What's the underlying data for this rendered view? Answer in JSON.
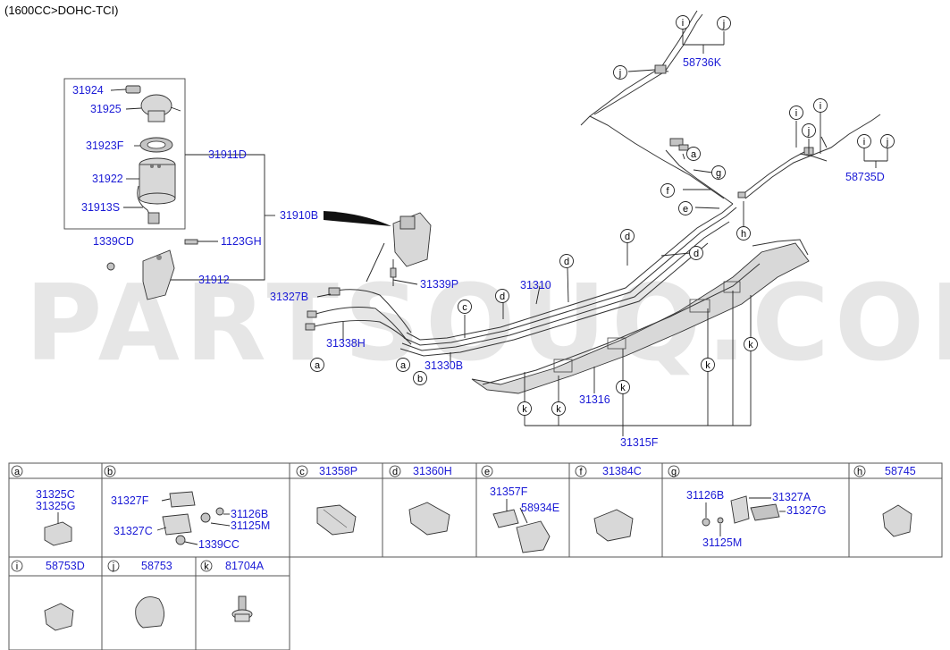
{
  "header": "(1600CC>DOHC-TCI)",
  "watermark": "PARTSOUQ.COM",
  "main_labels": {
    "p31924": "31924",
    "p31925": "31925",
    "p31923F": "31923F",
    "p31922": "31922",
    "p31913S": "31913S",
    "p31911D": "31911D",
    "p31910B": "31910B",
    "p1339CD": "1339CD",
    "p1123GH": "1123GH",
    "p31912": "31912",
    "p31327B": "31327B",
    "p31339P": "31339P",
    "p31338H": "31338H",
    "p31310": "31310",
    "p31330B": "31330B",
    "p31316": "31316",
    "p31315F": "31315F",
    "p58736K": "58736K",
    "p58735D": "58735D"
  },
  "callouts": {
    "a": "a",
    "b": "b",
    "c": "c",
    "d": "d",
    "e": "e",
    "f": "f",
    "g": "g",
    "h": "h",
    "i": "i",
    "j": "j",
    "k": "k"
  },
  "legend": [
    {
      "letter": "a",
      "parts": [
        "31325C",
        "31325G"
      ]
    },
    {
      "letter": "b",
      "parts": [
        "31327F",
        "31126B",
        "31125M",
        "31327C",
        "1339CC"
      ]
    },
    {
      "letter": "c",
      "parts": [
        "31358P"
      ]
    },
    {
      "letter": "d",
      "parts": [
        "31360H"
      ]
    },
    {
      "letter": "e",
      "parts": [
        "31357F",
        "58934E"
      ]
    },
    {
      "letter": "f",
      "parts": [
        "31384C"
      ]
    },
    {
      "letter": "g",
      "parts": [
        "31126B",
        "31327A",
        "31327G",
        "31125M"
      ]
    },
    {
      "letter": "h",
      "parts": [
        "58745"
      ]
    },
    {
      "letter": "i",
      "parts": [
        "58753D"
      ]
    },
    {
      "letter": "j",
      "parts": [
        "58753"
      ]
    },
    {
      "letter": "k",
      "parts": [
        "81704A"
      ]
    }
  ]
}
